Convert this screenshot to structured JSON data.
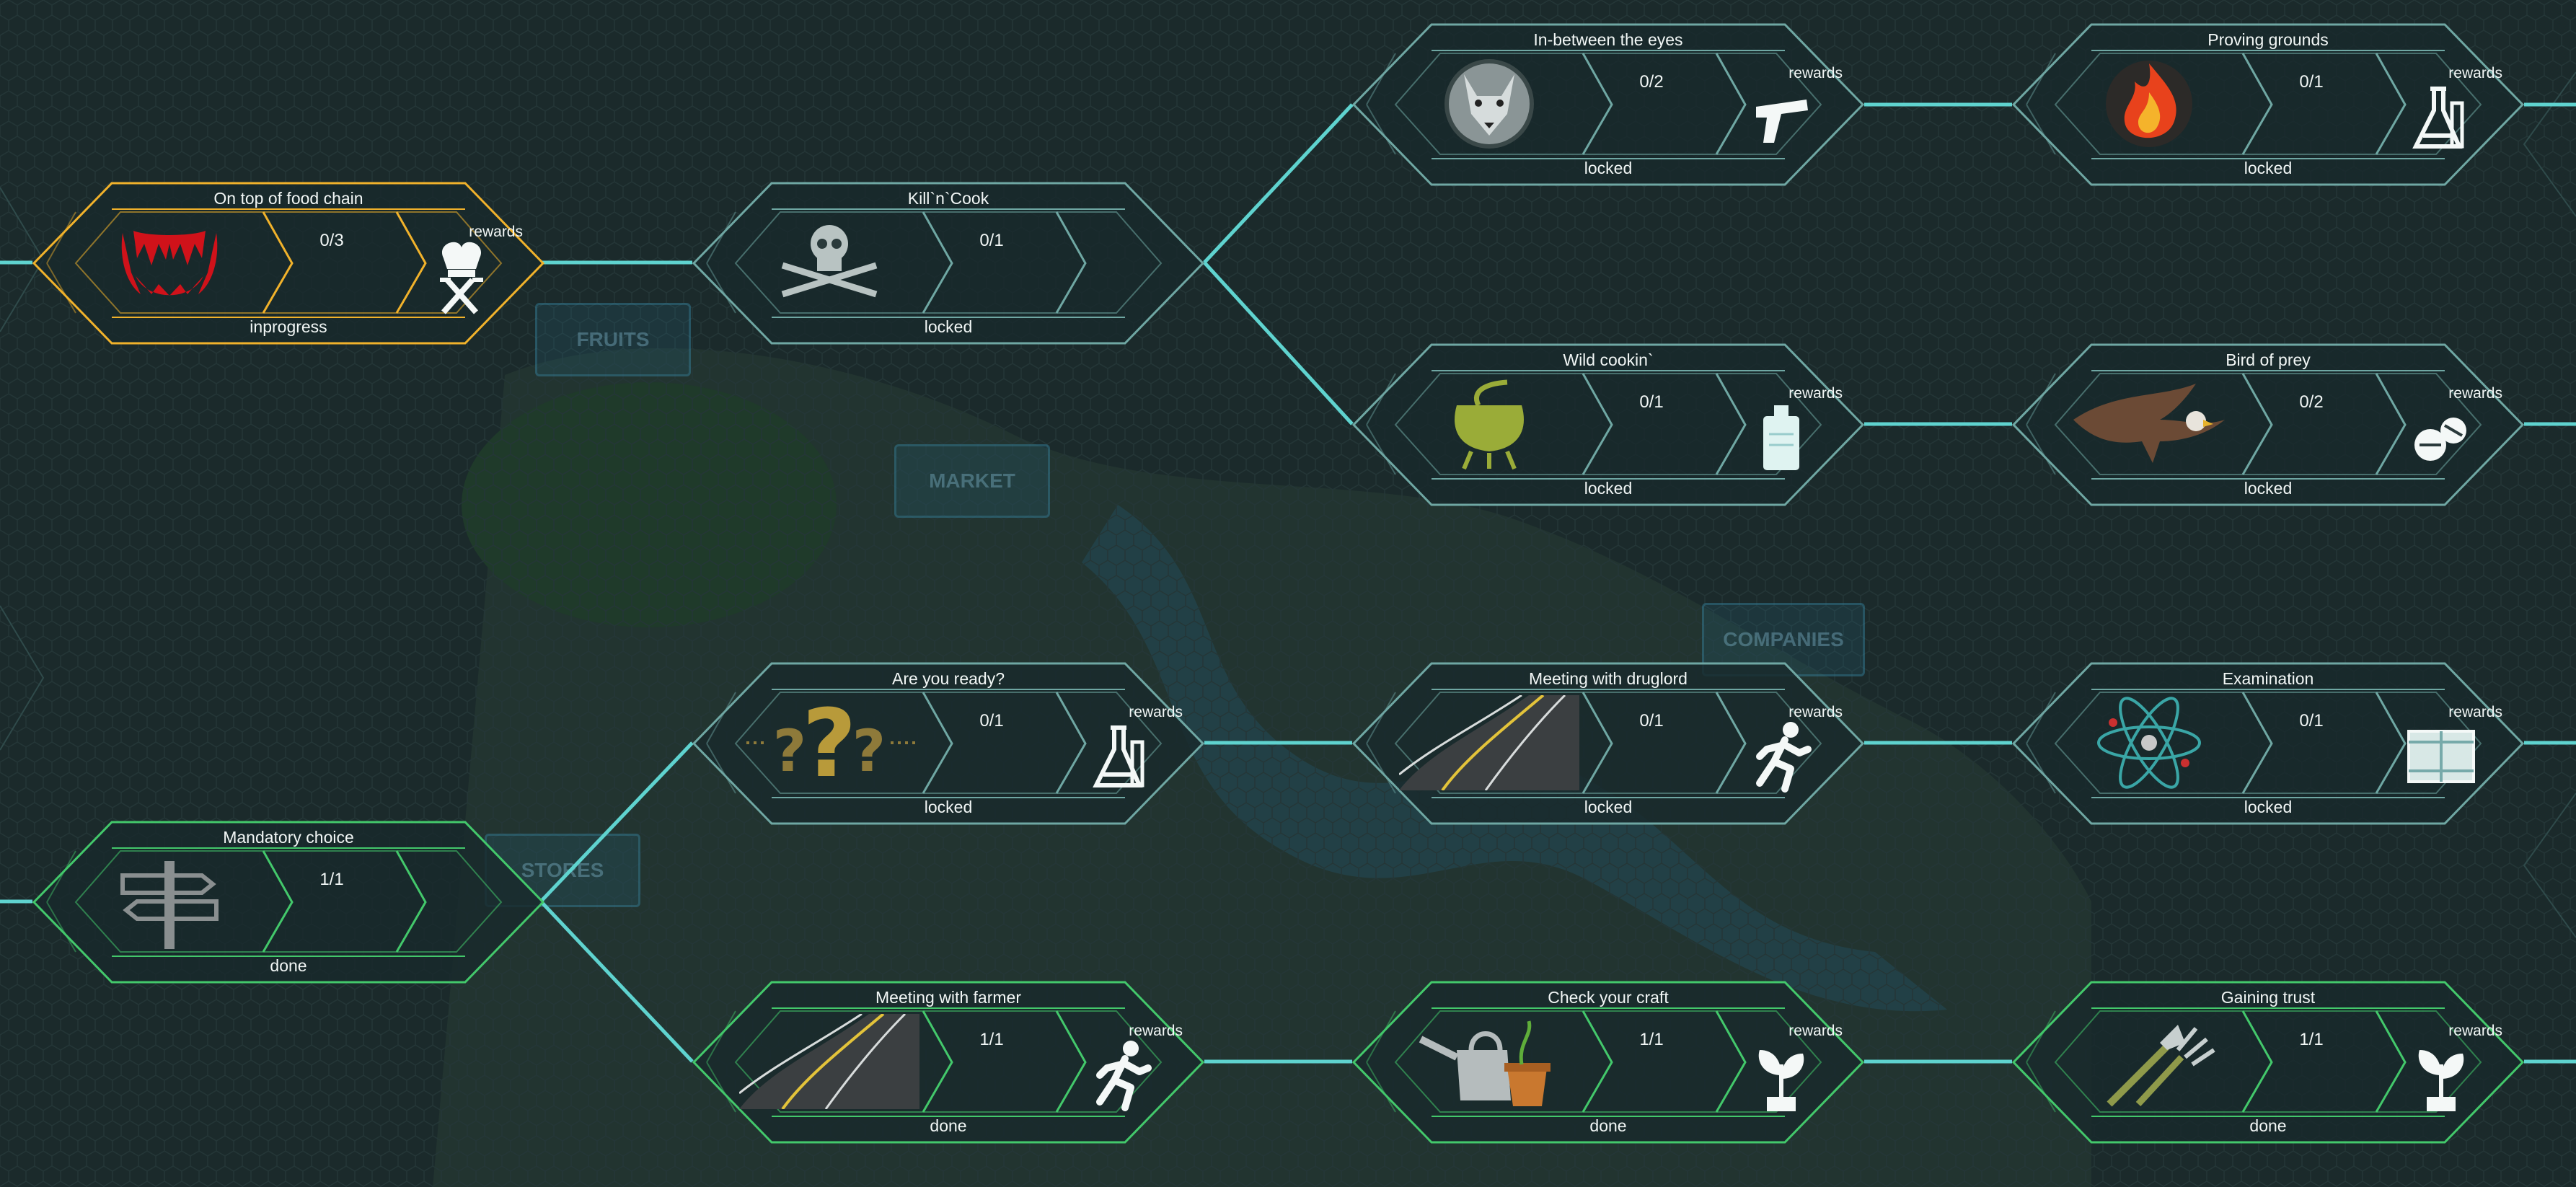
{
  "colors": {
    "background": "#1b2a2b",
    "connector": "#5fd3cf",
    "frame_locked": "#6fa7a3",
    "frame_inprogress": "#f1b22b",
    "frame_done": "#43c86b"
  },
  "map_labels": [
    "FRUITS",
    "MARKET",
    "COMPANIES",
    "STORES"
  ],
  "quests": [
    {
      "id": "food_chain",
      "title": "On top of food chain",
      "progress": "0/3",
      "status": "inprogress",
      "rewards_label": "rewards",
      "icon": "fangs-icon",
      "reward_icon": "chef-utensils-icon"
    },
    {
      "id": "killncook",
      "title": "Kill`n`Cook",
      "progress": "0/1",
      "status": "locked",
      "rewards_label": "",
      "icon": "skull-crossed-knives-icon",
      "reward_icon": ""
    },
    {
      "id": "eyes",
      "title": "In-between the eyes",
      "progress": "0/2",
      "status": "locked",
      "rewards_label": "rewards",
      "icon": "wolf-icon",
      "reward_icon": "pistol-icon"
    },
    {
      "id": "proving",
      "title": "Proving grounds",
      "progress": "0/1",
      "status": "locked",
      "rewards_label": "rewards",
      "icon": "flame-icon",
      "reward_icon": "flask-icon"
    },
    {
      "id": "wildcookin",
      "title": "Wild cookin`",
      "progress": "0/1",
      "status": "locked",
      "rewards_label": "rewards",
      "icon": "cauldron-icon",
      "reward_icon": "flask-bottle-icon"
    },
    {
      "id": "birdprey",
      "title": "Bird of prey",
      "progress": "0/2",
      "status": "locked",
      "rewards_label": "rewards",
      "icon": "eagle-icon",
      "reward_icon": "pills-icon"
    },
    {
      "id": "ready",
      "title": "Are you ready?",
      "progress": "0/1",
      "status": "locked",
      "rewards_label": "rewards",
      "icon": "question-marks-icon",
      "reward_icon": "flask-icon"
    },
    {
      "id": "druglord",
      "title": "Meeting with druglord",
      "progress": "0/1",
      "status": "locked",
      "rewards_label": "rewards",
      "icon": "road-icon",
      "reward_icon": "running-man-icon"
    },
    {
      "id": "exam",
      "title": "Examination",
      "progress": "0/1",
      "status": "locked",
      "rewards_label": "rewards",
      "icon": "atom-icon",
      "reward_icon": "crate-icon"
    },
    {
      "id": "mandatory",
      "title": "Mandatory choice",
      "progress": "1/1",
      "status": "done",
      "rewards_label": "",
      "icon": "signpost-icon",
      "reward_icon": ""
    },
    {
      "id": "farmer",
      "title": "Meeting with farmer",
      "progress": "1/1",
      "status": "done",
      "rewards_label": "rewards",
      "icon": "road-icon",
      "reward_icon": "running-man-icon"
    },
    {
      "id": "craft",
      "title": "Check your craft",
      "progress": "1/1",
      "status": "done",
      "rewards_label": "rewards",
      "icon": "watering-can-icon",
      "reward_icon": "plant-icon"
    },
    {
      "id": "trust",
      "title": "Gaining trust",
      "progress": "1/1",
      "status": "done",
      "rewards_label": "rewards",
      "icon": "garden-tools-icon",
      "reward_icon": "plant-icon"
    }
  ]
}
